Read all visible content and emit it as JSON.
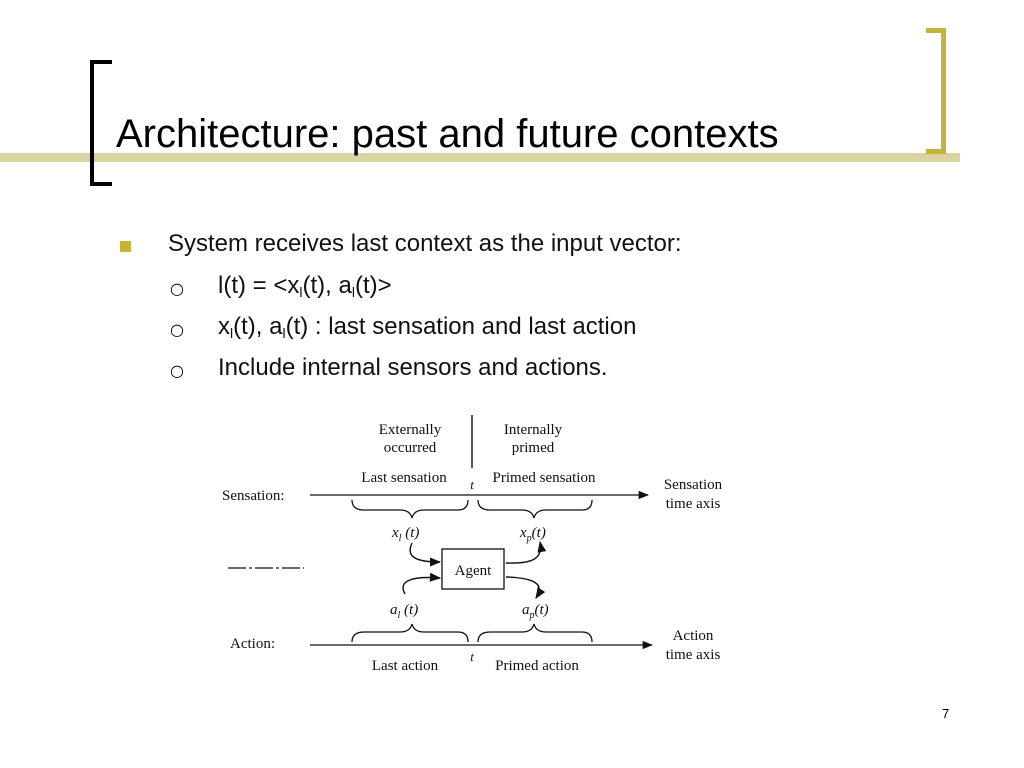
{
  "slide": {
    "title": "Architecture: past and future contexts",
    "page_number": "7",
    "accent_color": "#c4b53a",
    "bullets": [
      {
        "text": "System receives last context as the input vector:",
        "marker": "square-bullet",
        "children": [
          {
            "marker": "circle-bullet",
            "parts": {
              "a": "l(t) = <x",
              "s1": "l",
              "b": "(t), a",
              "s2": "l",
              "c": "(t)>"
            }
          },
          {
            "marker": "circle-bullet",
            "parts": {
              "a": "x",
              "s1": "l",
              "b": "(t), a",
              "s2": "l",
              "c": "(t) : last sensation and last action"
            }
          },
          {
            "marker": "circle-bullet",
            "text": "Include internal sensors and actions."
          }
        ]
      }
    ]
  },
  "diagram": {
    "top_left_header": [
      "Externally",
      "occurred"
    ],
    "top_right_header": [
      "Internally",
      "primed"
    ],
    "last_sensation": "Last sensation",
    "primed_sensation": "Primed sensation",
    "t_top": "t",
    "sensation_label": "Sensation:",
    "sensation_axis": [
      "Sensation",
      "time axis"
    ],
    "x_l": {
      "base": "x",
      "sub": "l",
      "arg": " (t)"
    },
    "x_p": {
      "base": "x",
      "sub": "p",
      "arg": "(t)"
    },
    "agent": "Agent",
    "a_l": {
      "base": "a",
      "sub": "l",
      "arg": " (t)"
    },
    "a_p": {
      "base": "a",
      "sub": "p",
      "arg": "(t)"
    },
    "action_label": "Action:",
    "action_axis": [
      "Action",
      "time axis"
    ],
    "last_action": "Last action",
    "t_bottom": "t",
    "primed_action": "Primed action"
  }
}
